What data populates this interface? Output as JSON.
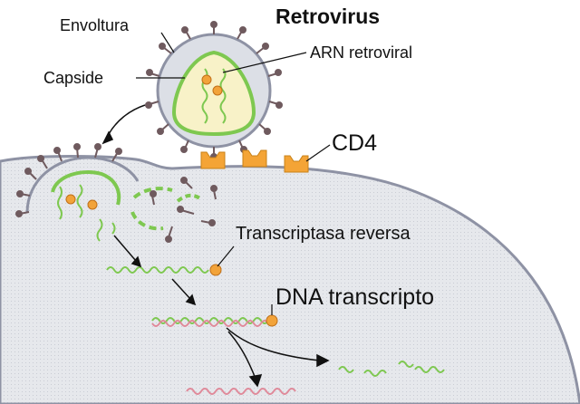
{
  "title": "Retrovirus",
  "labels": {
    "envelope": "Envoltura",
    "capsid": "Capside",
    "rna": "ARN retroviral",
    "receptor": "CD4",
    "reverse_transcriptase": "Transcriptasa reversa",
    "dna_transcript": "DNA transcripto"
  },
  "colors": {
    "cell_fill": "#e6e8ec",
    "cell_outline": "#8e92a4",
    "virion_fill": "#dcdfe6",
    "capsid_fill": "#f8f2c8",
    "rna_green": "#7ec850",
    "enzyme_orange": "#f2a33a",
    "receptor_orange": "#f4a436",
    "spike_color": "#6f5a5e",
    "dna_red": "#e08a9a"
  }
}
